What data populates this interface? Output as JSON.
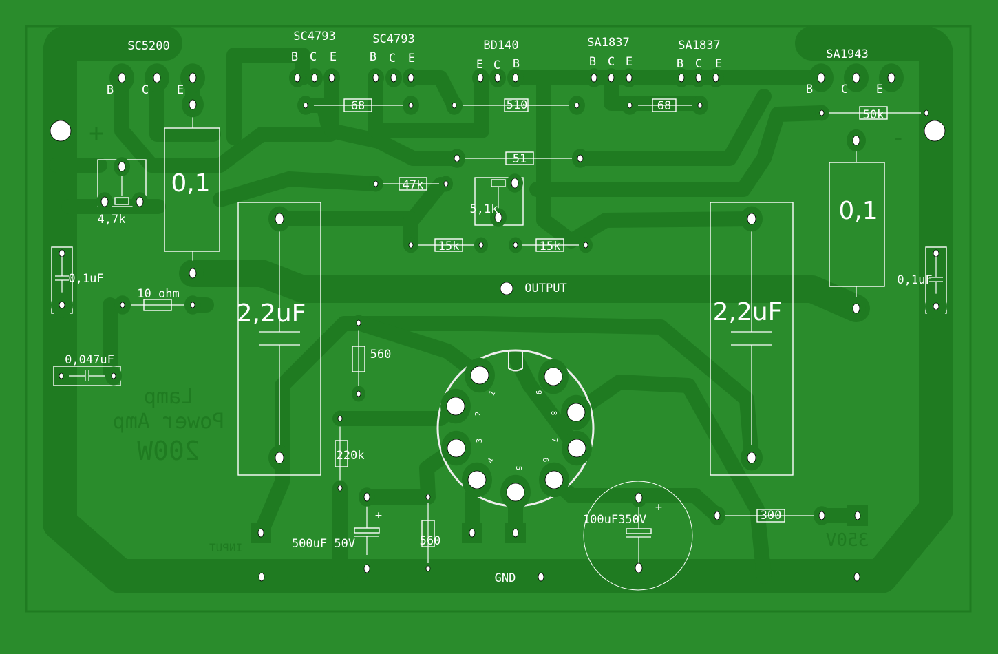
{
  "colors": {
    "board": "#2a8c2c",
    "copper_trace": "#1f7b21",
    "silkscreen": "#ffffff"
  },
  "transistors": [
    {
      "name": "SC5200",
      "pins": [
        "B",
        "C",
        "E"
      ]
    },
    {
      "name": "SC4793",
      "pins": [
        "B",
        "C",
        "E"
      ]
    },
    {
      "name": "SC4793",
      "pins": [
        "B",
        "C",
        "E"
      ]
    },
    {
      "name": "BD140",
      "pins": [
        "E",
        "C",
        "B"
      ]
    },
    {
      "name": "SA1837",
      "pins": [
        "B",
        "C",
        "E"
      ]
    },
    {
      "name": "SA1837",
      "pins": [
        "B",
        "C",
        "E"
      ]
    },
    {
      "name": "SA1943",
      "pins": [
        "B",
        "C",
        "E"
      ]
    }
  ],
  "resistors": {
    "emitter_left": "0,1",
    "emitter_right": "0,1",
    "r68_left": "68",
    "r510": "510",
    "r68_right": "68",
    "r50k": "50k",
    "r51": "51",
    "r47k": "47k",
    "r15k_left": "15k",
    "r15k_right": "15k",
    "r10ohm": "10 ohm",
    "r560_top": "560",
    "r220k": "220k",
    "r560_bottom": "560",
    "r300": "300"
  },
  "trimmers": {
    "left": "4,7k",
    "center": "5,1k"
  },
  "capacitors": {
    "c01_left": "0,1uF",
    "c01_right": "0,1uF",
    "c0047": "0,047uF",
    "c22_left": "2,2uF",
    "c22_right": "2,2uF",
    "c500": "500uF 50V",
    "c100": "100uF350V",
    "plus": "+"
  },
  "tube_socket": {
    "pins": [
      "1",
      "2",
      "3",
      "4",
      "5",
      "6",
      "7",
      "8",
      "9"
    ]
  },
  "labels": {
    "output": "OUTPUT",
    "gnd": "GND"
  },
  "copper_text": {
    "plus": "+",
    "minus": "-",
    "line1": "Lamp",
    "line2": "Power Amp",
    "line3": "200W",
    "input": "INPUT",
    "hv": "350V"
  }
}
